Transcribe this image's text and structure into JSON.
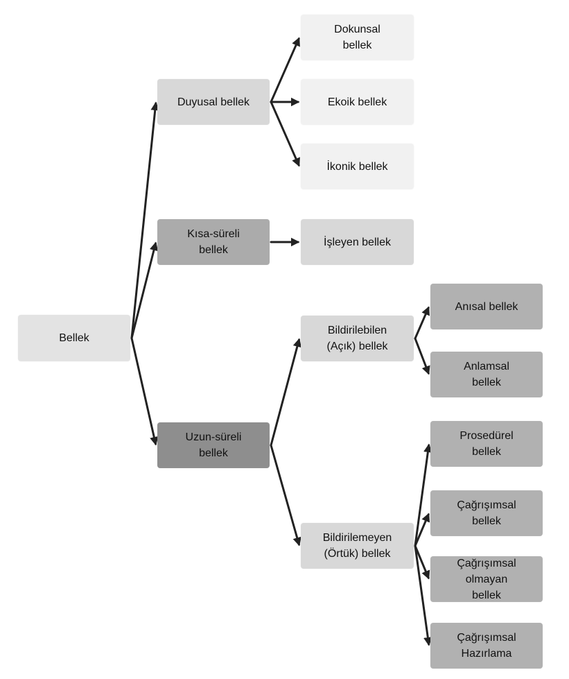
{
  "colors": {
    "root": "#e3e3e3",
    "light": "#f1f1f1",
    "mid": "#d8d8d8",
    "dark": "#ababab",
    "darker": "#8e8e8e",
    "leafGray": "#b1b1b1",
    "arrow": "#222222"
  },
  "nodes": {
    "bellek": "Bellek",
    "duyusal": "Duyusal bellek",
    "kisa": "Kısa-süreli\nbellek",
    "uzun": "Uzun-süreli\nbellek",
    "dokunsal": "Dokunsal\nbellek",
    "ekoik": "Ekoik bellek",
    "ikonik": "İkonik bellek",
    "isleyen": "İşleyen bellek",
    "bildirilebilen": "Bildirilebilen\n(Açık) bellek",
    "bildirilemeyen": "Bildirilemeyen\n(Örtük) bellek",
    "anisal": "Anısal bellek",
    "anlamsal": "Anlamsal\nbellek",
    "prosedurel": "Prosedürel\nbellek",
    "cagrisimsal": "Çağrışımsal\nbellek",
    "cagrisimsal_olmayan": "Çağrışımsal\nolmayan\nbellek",
    "cagrisimsal_hazirlama": "Çağrışımsal\nHazırlama"
  },
  "edges": [
    [
      "bellek",
      "duyusal"
    ],
    [
      "bellek",
      "kisa"
    ],
    [
      "bellek",
      "uzun"
    ],
    [
      "duyusal",
      "dokunsal"
    ],
    [
      "duyusal",
      "ekoik"
    ],
    [
      "duyusal",
      "ikonik"
    ],
    [
      "kisa",
      "isleyen"
    ],
    [
      "uzun",
      "bildirilebilen"
    ],
    [
      "uzun",
      "bildirilemeyen"
    ],
    [
      "bildirilebilen",
      "anisal"
    ],
    [
      "bildirilebilen",
      "anlamsal"
    ],
    [
      "bildirilemeyen",
      "prosedurel"
    ],
    [
      "bildirilemeyen",
      "cagrisimsal"
    ],
    [
      "bildirilemeyen",
      "cagrisimsal_olmayan"
    ],
    [
      "bildirilemeyen",
      "cagrisimsal_hazirlama"
    ]
  ]
}
